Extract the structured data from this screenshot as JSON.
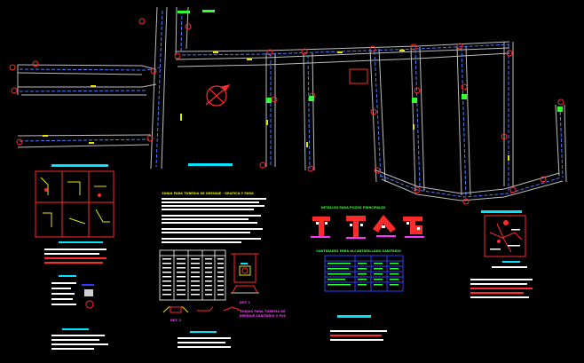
{
  "drawing": {
    "background": "#000000",
    "colors": {
      "street": "#c8c8c8",
      "pipe": "#4d7cff",
      "node": "#ff2a2a",
      "label": "#e6e600",
      "accent_cyan": "#00e5ff",
      "accent_green": "#33ff33",
      "accent_magenta": "#ff33ff",
      "table_blue": "#2d3cff"
    },
    "icons": [
      "north-arrow-icon",
      "manhole-node-icon"
    ],
    "text": {
      "profile_title": "ZANJA PARA TUBERIA DE DRENAJE - GRAFICA Y PARA",
      "detail_title": "DETALLES PARA POZOS PRINCIPALES",
      "quantities_title": "CANTIDADES PARA ALCANTARILLADO SANITARIO",
      "trench_title_line1": "ZANJAS PARA TUBERIA DE",
      "trench_title_line2": "DRENAJE SANITARIO Y PVC",
      "detail_caption_1": "DET. 1",
      "detail_caption_2": "DET. 2"
    }
  }
}
